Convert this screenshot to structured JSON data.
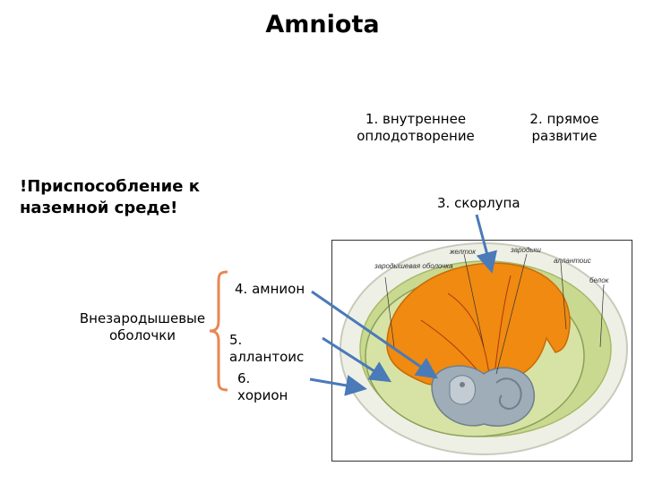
{
  "title": "Amniota",
  "adaptation": "!Приспособление к наземной среде!",
  "features": {
    "internal_fertilization": "1. внутреннее оплодотворение",
    "direct_development": "2. прямое развитие",
    "shell": "3. скорлупа"
  },
  "membranes": {
    "group_label": "Внезародышевые оболочки",
    "amnion": "4. амнион",
    "allantois": "5. аллантоис",
    "chorion": "6. хорион"
  },
  "figure_labels": {
    "yolk": "желток",
    "embryo": "зародыш",
    "allantois": "аллантоис",
    "albumen": "белок",
    "embryonic_membrane": "зародышевая оболочка"
  },
  "colors": {
    "arrow": "#4a7ab8",
    "bracket": "#e9874f",
    "yolk": "#f08a10",
    "albumen": "#c9d98f",
    "embryo": "#9eadb8"
  }
}
